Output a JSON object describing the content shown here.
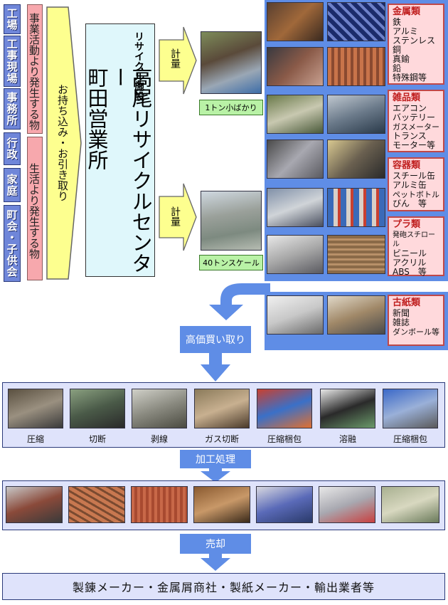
{
  "sources": [
    "工場",
    "工事現場",
    "事務所",
    "行政",
    "家庭",
    "町会・子供会"
  ],
  "categories": {
    "business": "事業活動より発生する物",
    "life": "生活より発生する物"
  },
  "collection_label": "お持ち込み・お引き取り",
  "center": {
    "subtitle": "リサイクル施設",
    "name": "高尾リサイクルセンター",
    "branch": "町田営業所"
  },
  "weigh": {
    "label": "計量",
    "scale_small": "1トン小ばかり",
    "scale_large": "40トンスケール"
  },
  "materials": [
    {
      "title": "金属類",
      "items": [
        "鉄",
        "アルミ",
        "ステンレス",
        "銅",
        "真鍮",
        "鉛",
        "特殊鋼等"
      ]
    },
    {
      "title": "雑品類",
      "items": [
        "エアコン",
        "バッテリー",
        "ガスメーター",
        "トランス",
        "モーター等"
      ]
    },
    {
      "title": "容器類",
      "items": [
        "スチール缶",
        "アルミ缶",
        "ペットボトル",
        "びん　等"
      ]
    },
    {
      "title": "プラ類",
      "items": [
        "発砲スチロール",
        "ビニール",
        "アクリル",
        "ABS　等"
      ]
    },
    {
      "title": "古紙類",
      "items": [
        "新聞",
        "雑誌",
        "ダンボール等"
      ]
    }
  ],
  "buy_label": "高価買い取り",
  "processes": [
    "圧縮",
    "切断",
    "剥線",
    "ガス切断",
    "圧縮梱包",
    "溶融",
    "圧縮梱包"
  ],
  "processing_label": "加工処理",
  "sale_label": "売却",
  "final_label": "製錬メーカー・金属屑商社・製紙メーカー・輸出業者等",
  "colors": {
    "accent_blue": "#5f8de6",
    "source_blue": "#6f86d9",
    "category_pink": "#f7a8ad",
    "center_cyan": "#dff7fb",
    "arrow_yellow": "#fdff8f"
  }
}
